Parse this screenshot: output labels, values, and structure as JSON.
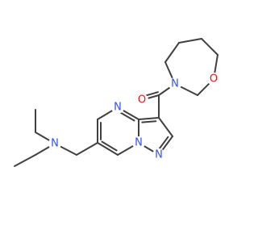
{
  "colors": {
    "bond": "#404040",
    "nitrogen": "#3050f8",
    "oxygen": "#ff0d0d",
    "background": "#ffffff"
  },
  "atoms": [
    {
      "id": "N_diethyl",
      "label": "N",
      "element": "N"
    },
    {
      "id": "N_pyrimidine",
      "label": "N",
      "element": "N"
    },
    {
      "id": "N_bridge",
      "label": "N",
      "element": "N"
    },
    {
      "id": "N_pyrazole",
      "label": "N",
      "element": "N"
    },
    {
      "id": "N_oxazepane",
      "label": "N",
      "element": "N"
    },
    {
      "id": "O_carbonyl",
      "label": "O",
      "element": "O"
    },
    {
      "id": "O_ring",
      "label": "O",
      "element": "O"
    }
  ]
}
